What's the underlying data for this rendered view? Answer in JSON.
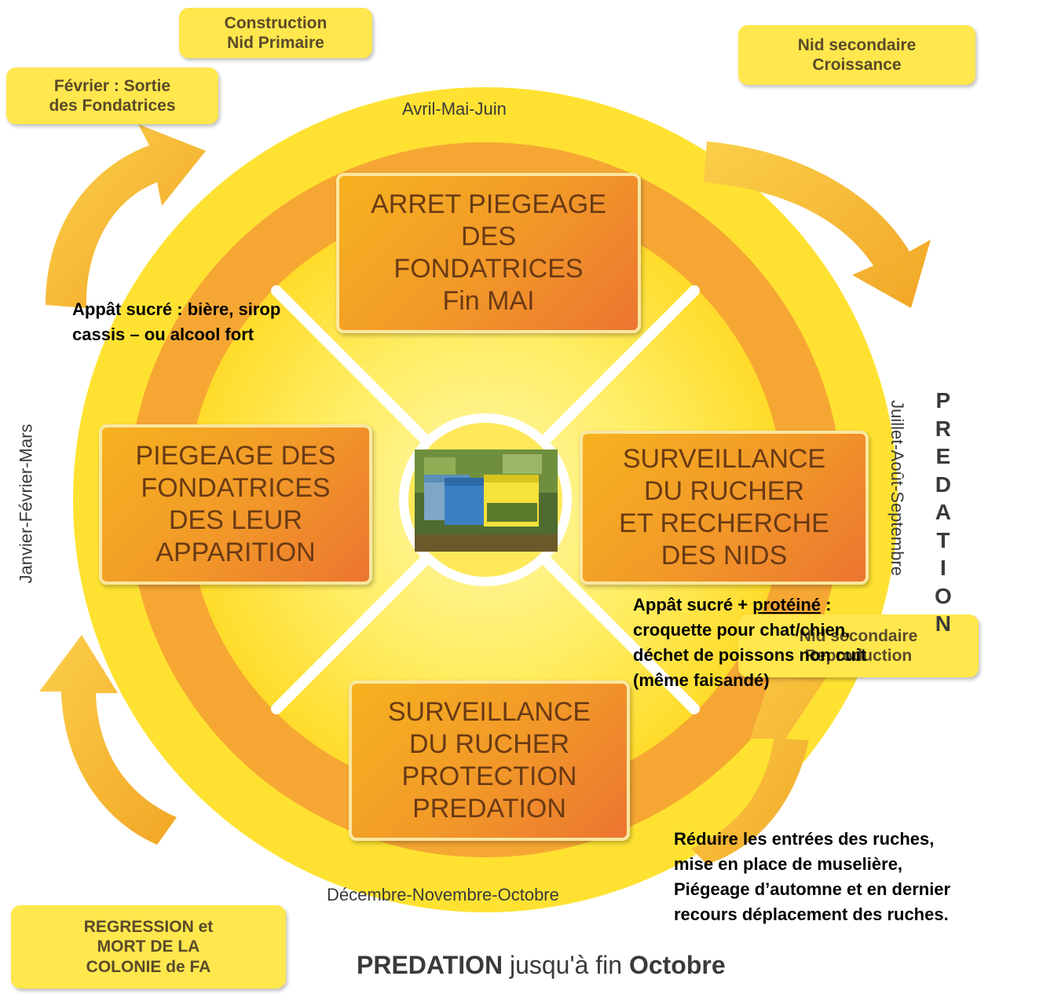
{
  "tags": {
    "construction": [
      "Construction",
      "Nid Primaire"
    ],
    "fevrier": [
      "Février : Sortie",
      "des Fondatrices"
    ],
    "nid_croissance": [
      "Nid secondaire",
      "Croissance"
    ],
    "nid_reproduction": [
      "Nid secondaire",
      "Reproduction"
    ],
    "regression": [
      "REGRESSION et",
      "MORT DE LA",
      "COLONIE de FA"
    ]
  },
  "seasons": {
    "top": "Avril-Mai-Juin",
    "left": "Janvier-Février-Mars",
    "right": "Juillet-Août-Septembre",
    "bottom": "Décembre-Novembre-Octobre"
  },
  "boxes": {
    "top": [
      "ARRET PIEGEAGE",
      "DES",
      "FONDATRICES",
      "Fin MAI"
    ],
    "left": [
      "PIEGEAGE DES",
      "FONDATRICES",
      "DES LEUR",
      "APPARITION"
    ],
    "right": [
      "SURVEILLANCE",
      "DU RUCHER",
      "ET RECHERCHE",
      "DES NIDS"
    ],
    "bottom": [
      "SURVEILLANCE",
      "DU RUCHER",
      "PROTECTION",
      "PREDATION"
    ]
  },
  "notes": {
    "sweet_bait": [
      "Appât sucré : bière, sirop",
      "cassis – ou alcool fort"
    ],
    "protein_bait": {
      "prefix": "Appât sucré + ",
      "underlined": "protéiné",
      "suffix": " :",
      "lines": [
        "croquette pour chat/chien,",
        "déchet de poissons non cuit",
        "(même faisandé)"
      ]
    },
    "autumn": [
      "Réduire les entrées des ruches,",
      "mise en place de muselière,",
      "Piégeage d’automne et en  dernier",
      "recours déplacement des ruches."
    ]
  },
  "predation_vertical": [
    "P",
    "R",
    "E",
    "D",
    "A",
    "T",
    "I",
    "O",
    "N"
  ],
  "bottom_title": {
    "part1": "PREDATION",
    "part2": " jusqu'à fin ",
    "part3": "Octobre"
  },
  "colors": {
    "ring_yellow": "#ffe53b",
    "ring_orange": "#f7a632",
    "tag_yellow": "#ffe74d",
    "box_orange": "#f29a28",
    "arrow": "#f6b733"
  }
}
